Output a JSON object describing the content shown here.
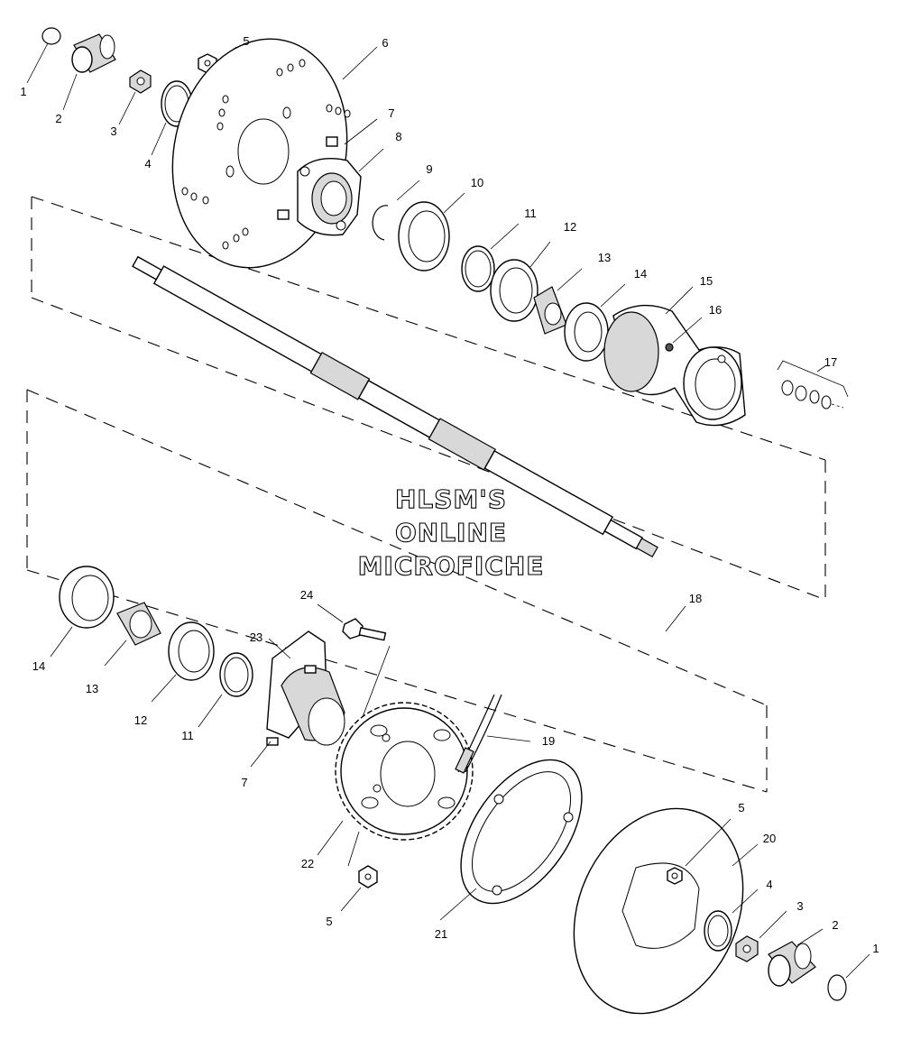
{
  "diagram": {
    "watermark": [
      "HLSM'S",
      "ONLINE",
      "MICROFICHE"
    ],
    "callouts": {
      "c1a": "1",
      "c2a": "2",
      "c3a": "3",
      "c4a": "4",
      "c5a": "5",
      "c6": "6",
      "c7a": "7",
      "c8": "8",
      "c9": "9",
      "c10": "10",
      "c11a": "11",
      "c12a": "12",
      "c13a": "13",
      "c14a": "14",
      "c15": "15",
      "c16": "16",
      "c17": "17",
      "c18": "18",
      "c14b": "14",
      "c13b": "13",
      "c12b": "12",
      "c11b": "11",
      "c24": "24",
      "c23": "23",
      "c7b": "7",
      "c19": "19",
      "c22": "22",
      "c5b": "5",
      "c21": "21",
      "c5c": "5",
      "c20": "20",
      "c4b": "4",
      "c3b": "3",
      "c2b": "2",
      "c1b": "1"
    }
  }
}
